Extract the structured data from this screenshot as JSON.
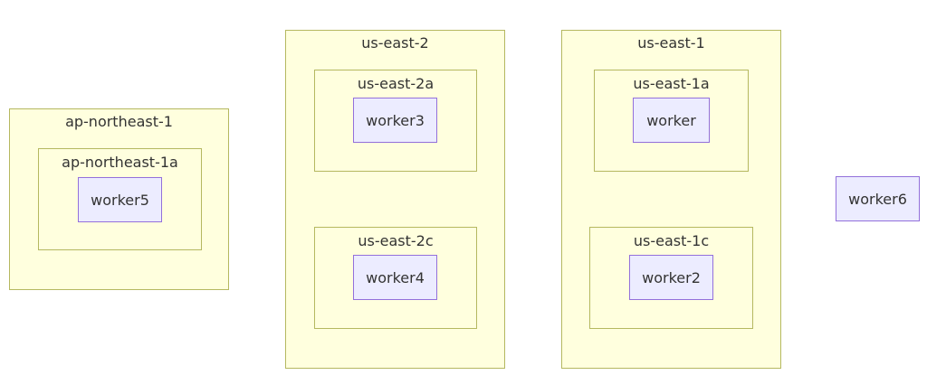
{
  "diagram": {
    "regions": {
      "ap_northeast_1": {
        "label": "ap-northeast-1",
        "zones": {
          "a": {
            "label": "ap-northeast-1a",
            "worker": "worker5"
          }
        }
      },
      "us_east_2": {
        "label": "us-east-2",
        "zones": {
          "a": {
            "label": "us-east-2a",
            "worker": "worker3"
          },
          "c": {
            "label": "us-east-2c",
            "worker": "worker4"
          }
        }
      },
      "us_east_1": {
        "label": "us-east-1",
        "zones": {
          "a": {
            "label": "us-east-1a",
            "worker": "worker"
          },
          "c": {
            "label": "us-east-1c",
            "worker": "worker2"
          }
        }
      }
    },
    "standalone_worker": "worker6",
    "colors": {
      "cluster_fill": "#ffffde",
      "cluster_border": "#b5b860",
      "node_fill": "#ececff",
      "node_border": "#9370db",
      "text": "#333333"
    }
  }
}
